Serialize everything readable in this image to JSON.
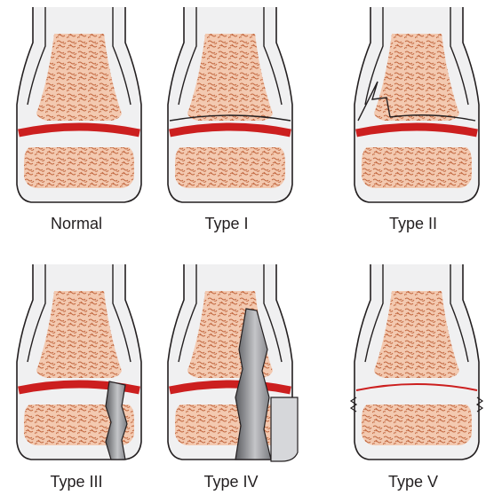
{
  "panels": [
    {
      "label": "Normal",
      "variant": "normal"
    },
    {
      "label": "Type I",
      "variant": "type1"
    },
    {
      "label": "Type II",
      "variant": "type2"
    },
    {
      "label": "Type III",
      "variant": "type3"
    },
    {
      "label": "Type IV",
      "variant": "type4"
    },
    {
      "label": "Type V",
      "variant": "type5"
    }
  ],
  "colors": {
    "bone_fill": "#f0f0f1",
    "bone_outline": "#231f20",
    "physis": "#cc1f1f",
    "cancellous": "#f3c9b0",
    "trabecula": "#c0653d",
    "fracture_shadow": "#8a8b8f"
  }
}
